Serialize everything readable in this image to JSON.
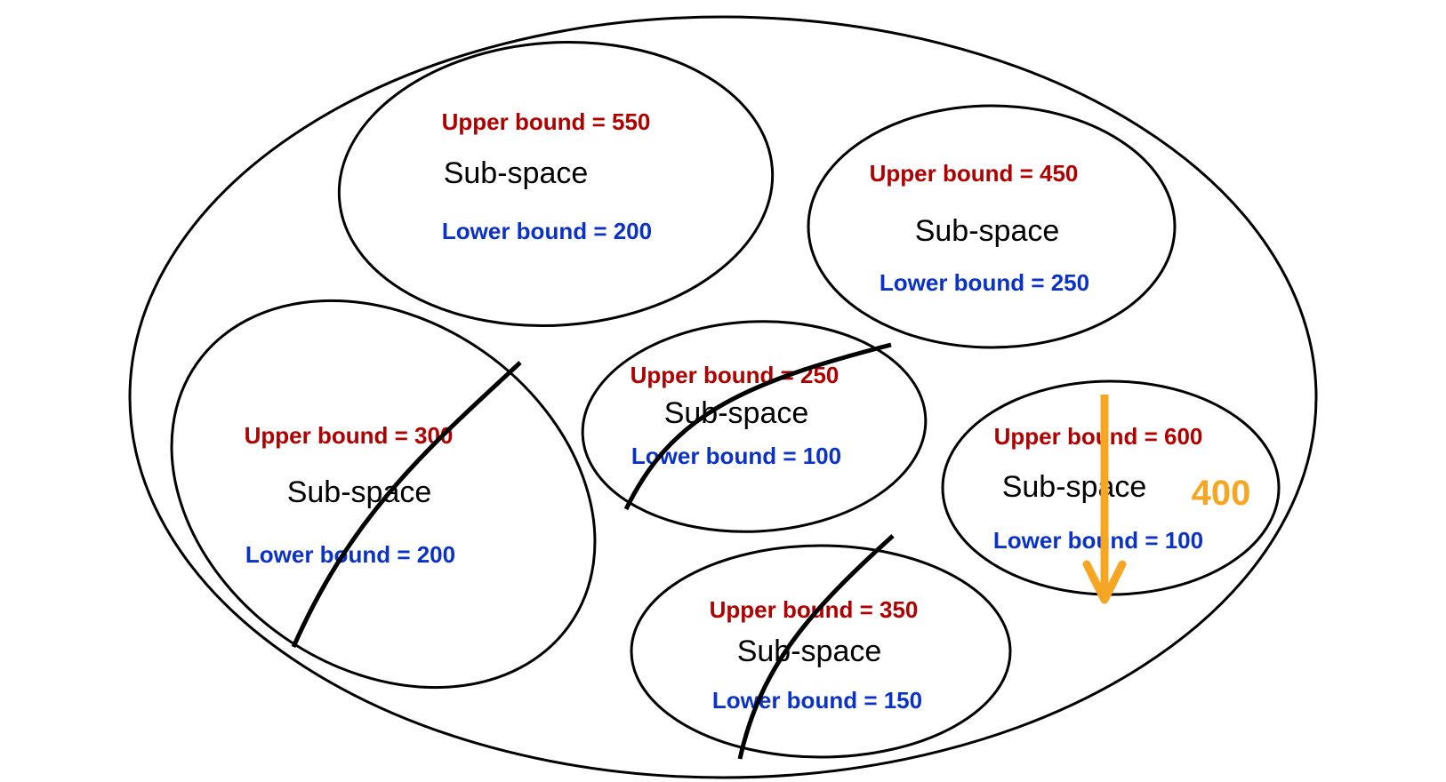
{
  "colors": {
    "upper": "#b00000",
    "lower": "#0a32c8",
    "arrow": "#f5a623",
    "outline": "#000000"
  },
  "subspaces": [
    {
      "upper": "Upper bound = 550",
      "name": "Sub-space",
      "lower": "Lower bound = 200"
    },
    {
      "upper": "Upper bound = 450",
      "name": "Sub-space",
      "lower": "Lower bound = 250"
    },
    {
      "upper": "Upper bound = 300",
      "name": "Sub-space",
      "lower": "Lower bound = 200"
    },
    {
      "upper": "Upper bound = 250",
      "name": "Sub-space",
      "lower": "Lower bound = 100"
    },
    {
      "upper": "Upper bound = 600",
      "name": "Sub-space",
      "lower": "Lower bound = 100"
    },
    {
      "upper": "Upper bound = 350",
      "name": "Sub-space",
      "lower": "Lower bound = 150"
    }
  ],
  "arrow_value": "400"
}
